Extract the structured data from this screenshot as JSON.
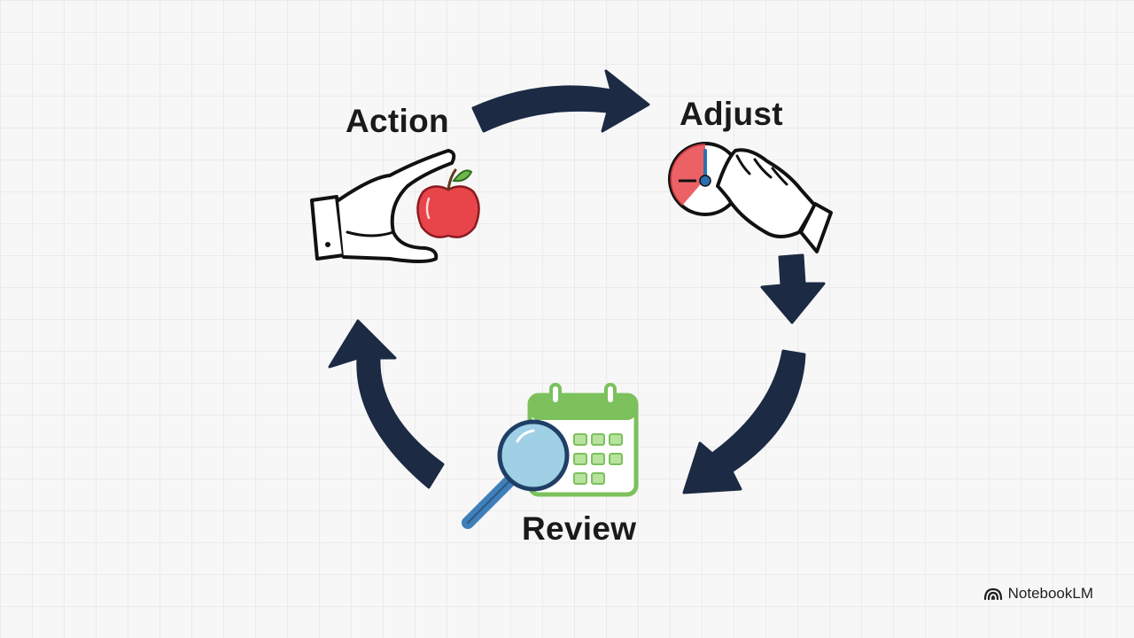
{
  "cycle": {
    "steps": [
      {
        "label": "Action",
        "icon": "hand-holding-apple-icon"
      },
      {
        "label": "Adjust",
        "icon": "hand-turning-dial-icon"
      },
      {
        "label": "Review",
        "icon": "magnifier-calendar-icon"
      }
    ],
    "arrow_color": "#1c2a44",
    "accent_red": "#e8454b",
    "accent_green": "#7cc15c",
    "accent_blue": "#9fd0e6"
  },
  "brand": {
    "name": "NotebookLM",
    "icon": "notebooklm-logo-icon"
  }
}
